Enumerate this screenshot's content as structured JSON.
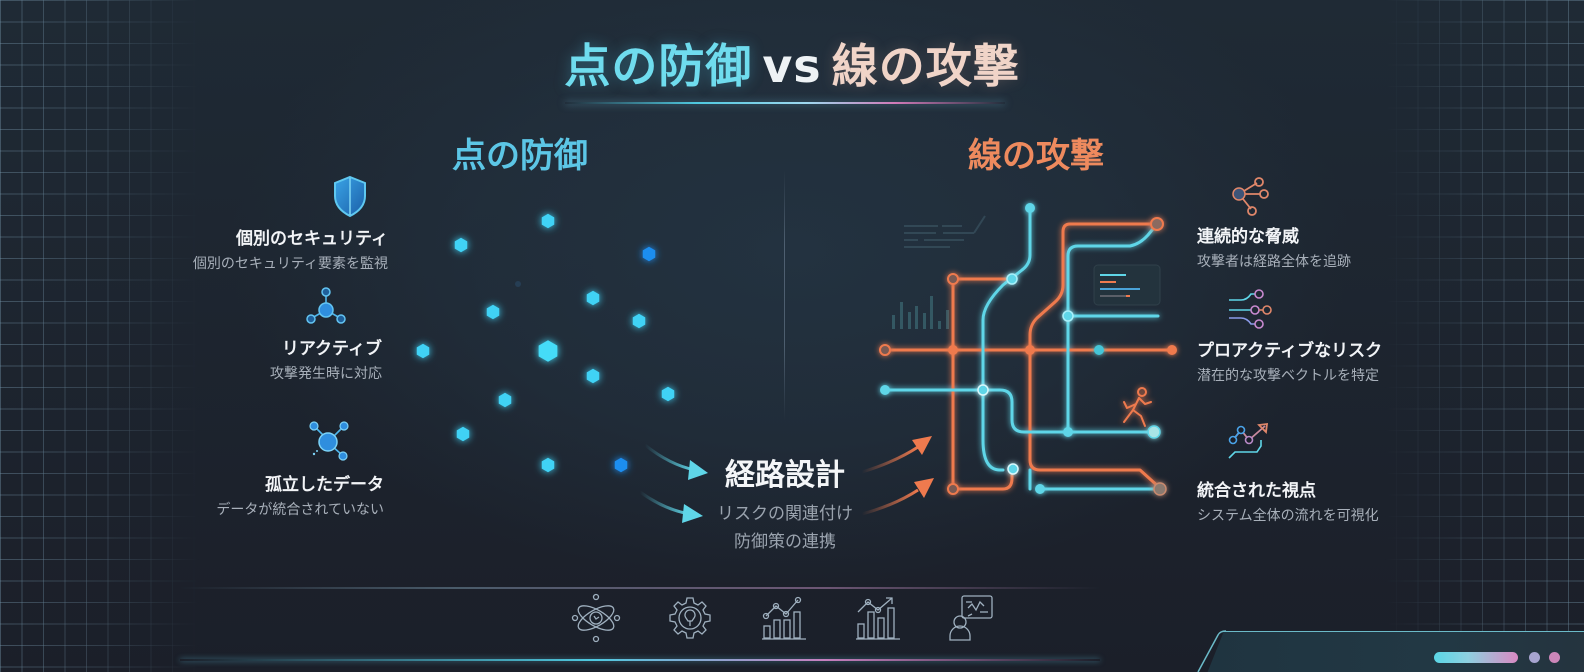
{
  "title": {
    "left": "点の防御",
    "vs": "vs",
    "right": "線の攻撃"
  },
  "sections": {
    "left": {
      "heading": "点の防御",
      "color": "#5cc6e6"
    },
    "right": {
      "heading": "線の攻撃",
      "color": "#ee8a5e"
    }
  },
  "left_features": [
    {
      "icon": "shield-icon",
      "title": "個別のセキュリティ",
      "subtitle": "個別のセキュリティ要素を監視"
    },
    {
      "icon": "hub-nodes-icon",
      "title": "リアクティブ",
      "subtitle": "攻撃発生時に対応"
    },
    {
      "icon": "isolated-node-icon",
      "title": "孤立したデータ",
      "subtitle": "データが統合されていない"
    }
  ],
  "right_features": [
    {
      "icon": "share-network-icon",
      "title": "連続的な脅威",
      "subtitle": "攻撃者は経路全体を追跡"
    },
    {
      "icon": "branching-lines-icon",
      "title": "プロアクティブなリスク",
      "subtitle": "潜在的な攻撃ベクトルを特定"
    },
    {
      "icon": "trend-up-icon",
      "title": "統合された視点",
      "subtitle": "システム全体の流れを可視化"
    }
  ],
  "center": {
    "title": "経路設計",
    "lines": [
      "リスクの関連付け",
      "防御策の連携"
    ]
  },
  "bottom_icons": [
    {
      "name": "atom-orbit-icon"
    },
    {
      "name": "gear-bulb-icon"
    },
    {
      "name": "bar-line-chart-icon"
    },
    {
      "name": "bar-trend-arrow-icon"
    },
    {
      "name": "presenter-chart-icon"
    }
  ],
  "colors": {
    "cyan": "#5fd6e8",
    "blue": "#2e8fe0",
    "orange": "#ef7a4e",
    "background": "#1b1f29"
  }
}
